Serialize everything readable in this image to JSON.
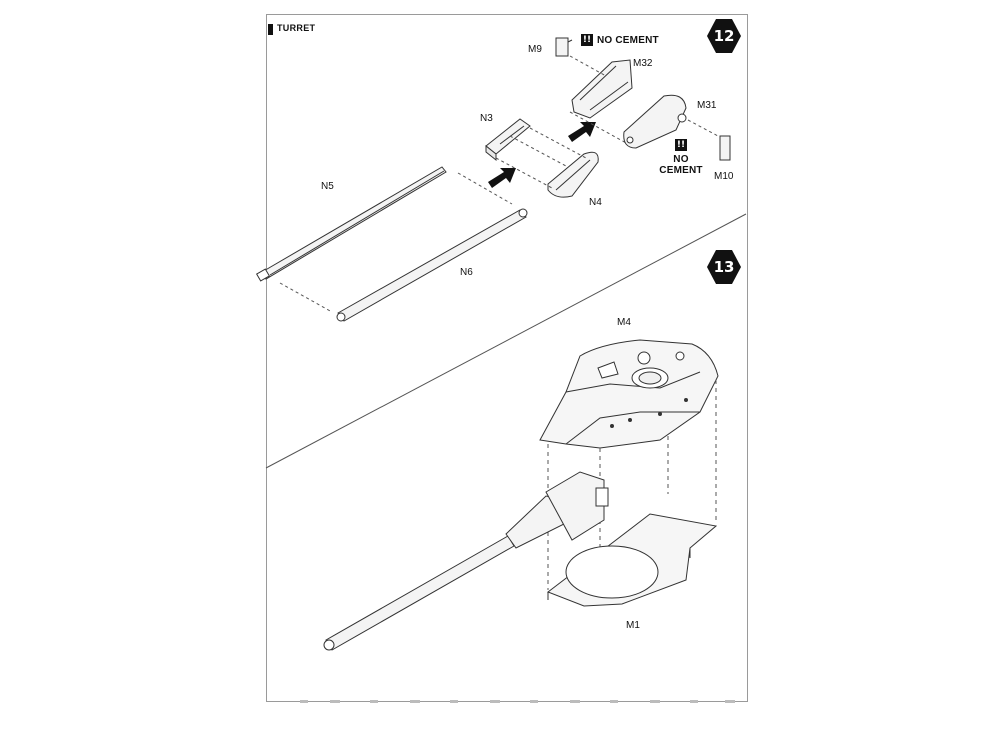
{
  "section": {
    "title": "TURRET"
  },
  "steps": [
    {
      "number": "12"
    },
    {
      "number": "13"
    }
  ],
  "warning": {
    "icon": "!!",
    "text": "NO CEMENT"
  },
  "parts": {
    "m9": "M9",
    "m32": "M32",
    "m31": "M31",
    "m10": "M10",
    "n3": "N3",
    "n4": "N4",
    "n5": "N5",
    "n6": "N6",
    "m4": "M4",
    "m1": "M1"
  },
  "colors": {
    "line": "#333333",
    "badge": "#111111",
    "fill": "#f2f2f2"
  },
  "icons": {
    "step_badge": "hexagon-icon",
    "arrow": "assembly-arrow-icon"
  }
}
